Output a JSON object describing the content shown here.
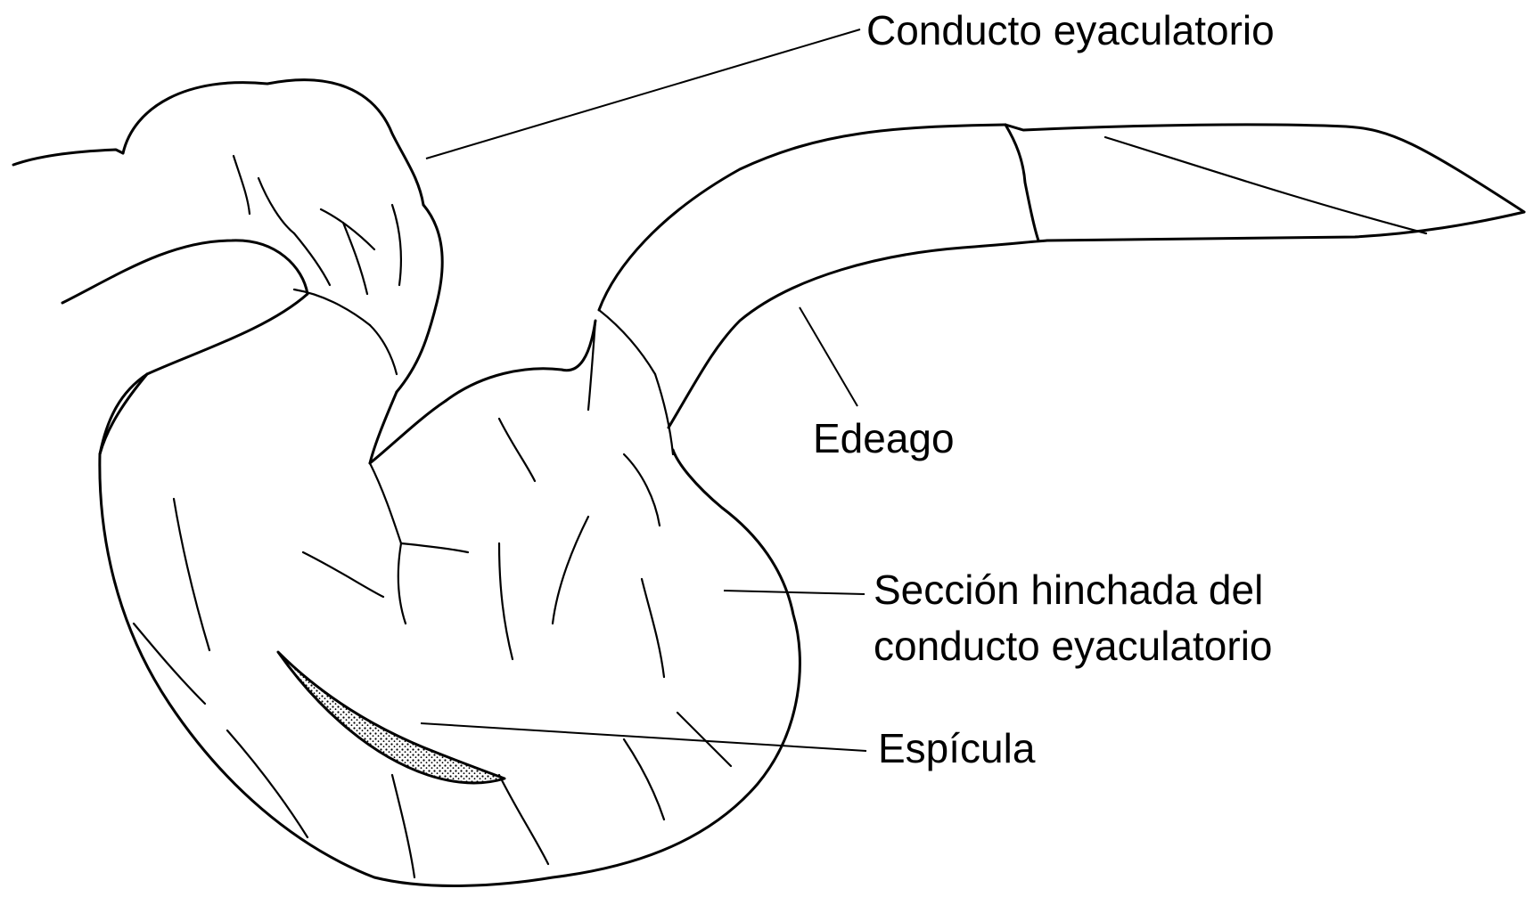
{
  "labels": {
    "conducto": "Conducto eyaculatorio",
    "edeago": "Edeago",
    "seccion_line1": "Sección hinchada del",
    "seccion_line2": "conducto eyaculatorio",
    "espicula": "Espícula"
  },
  "colors": {
    "ink": "#000000",
    "background": "#ffffff",
    "stipple": "#000000"
  }
}
